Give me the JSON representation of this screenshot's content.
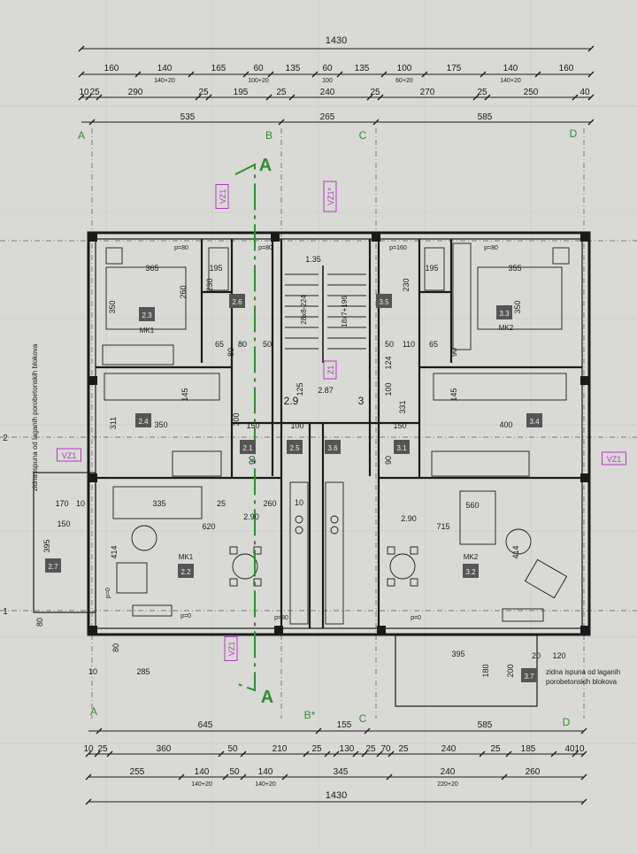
{
  "dimensions": {
    "top": {
      "overall": "1430",
      "row1": [
        "160",
        "140",
        "165",
        "60",
        "135",
        "60",
        "135",
        "100",
        "175",
        "140",
        "160"
      ],
      "row1_sub": [
        "140+20",
        "100+20",
        "100",
        "60+20",
        "140+20"
      ],
      "row2": [
        "10",
        "25",
        "290",
        "25",
        "195",
        "25",
        "240",
        "25",
        "270",
        "25",
        "250",
        "40"
      ],
      "row3": [
        "535",
        "265",
        "585"
      ]
    },
    "bottom": {
      "row3": [
        "645",
        "155",
        "585"
      ],
      "row2": [
        "10",
        "25",
        "360",
        "50",
        "210",
        "25",
        "130",
        "25",
        "70",
        "25",
        "240",
        "25",
        "185",
        "40",
        "10"
      ],
      "row1": [
        "255",
        "140",
        "50",
        "140",
        "345",
        "240",
        "260"
      ],
      "row1_sub": [
        "140+20",
        "140+20",
        "220+20"
      ],
      "overall": "1430"
    }
  },
  "axes": {
    "top": [
      "A",
      "B",
      "C",
      "D"
    ],
    "bottom": [
      "A",
      "B*",
      "C",
      "D"
    ]
  },
  "section_marks": [
    "A",
    "A"
  ],
  "window_tags": [
    "VZ1",
    "VZ1*",
    "Z1",
    "VZ1",
    "VZ1",
    "VZ1"
  ],
  "rooms": [
    "2.3",
    "2.4",
    "2.1",
    "2.5",
    "3.6",
    "3.1",
    "3.3",
    "3.4",
    "2.2",
    "3.2",
    "2.7",
    "3.7",
    "2.6",
    "3.5"
  ],
  "room_labels": [
    "MK1",
    "MK1",
    "MK2",
    "MK2"
  ],
  "stair": {
    "left": "2.9",
    "right": "3",
    "left_run": "28x8-224",
    "right_run": "18x7+196",
    "landing": "2.87"
  },
  "interior_dims": {
    "left": [
      "365",
      "260",
      "350",
      "195",
      "230",
      "65",
      "80",
      "80",
      "50",
      "145",
      "311",
      "350",
      "300",
      "150",
      "90",
      "170",
      "10",
      "335",
      "25",
      "260",
      "150",
      "620",
      "395",
      "414",
      "80",
      "285",
      "10",
      "80",
      "100"
    ],
    "right": [
      "355",
      "195",
      "230",
      "350",
      "65",
      "50",
      "110",
      "90",
      "124",
      "100",
      "145",
      "400",
      "331",
      "150",
      "90",
      "560",
      "715",
      "414",
      "395",
      "180",
      "200",
      "120",
      "20",
      "125",
      "10",
      "1.35"
    ],
    "levels": [
      "2.90",
      "2.90"
    ],
    "parapet": [
      "p=80",
      "p=80",
      "p=160",
      "p=80",
      "p=80",
      "p=0",
      "p=0",
      "p=0"
    ]
  },
  "notes": {
    "left": "zidna ispuna od laganih porobetonskih blokova",
    "right_line1": "zidna ispuna od laganih",
    "right_line2": "porobetonskih blokova"
  },
  "grid_numbers": [
    "2",
    "1"
  ],
  "colors": {
    "paper": "#d9d9d6",
    "line": "#1a1a1a",
    "section": "#2f8f2f",
    "tag": "#b23ac2"
  }
}
